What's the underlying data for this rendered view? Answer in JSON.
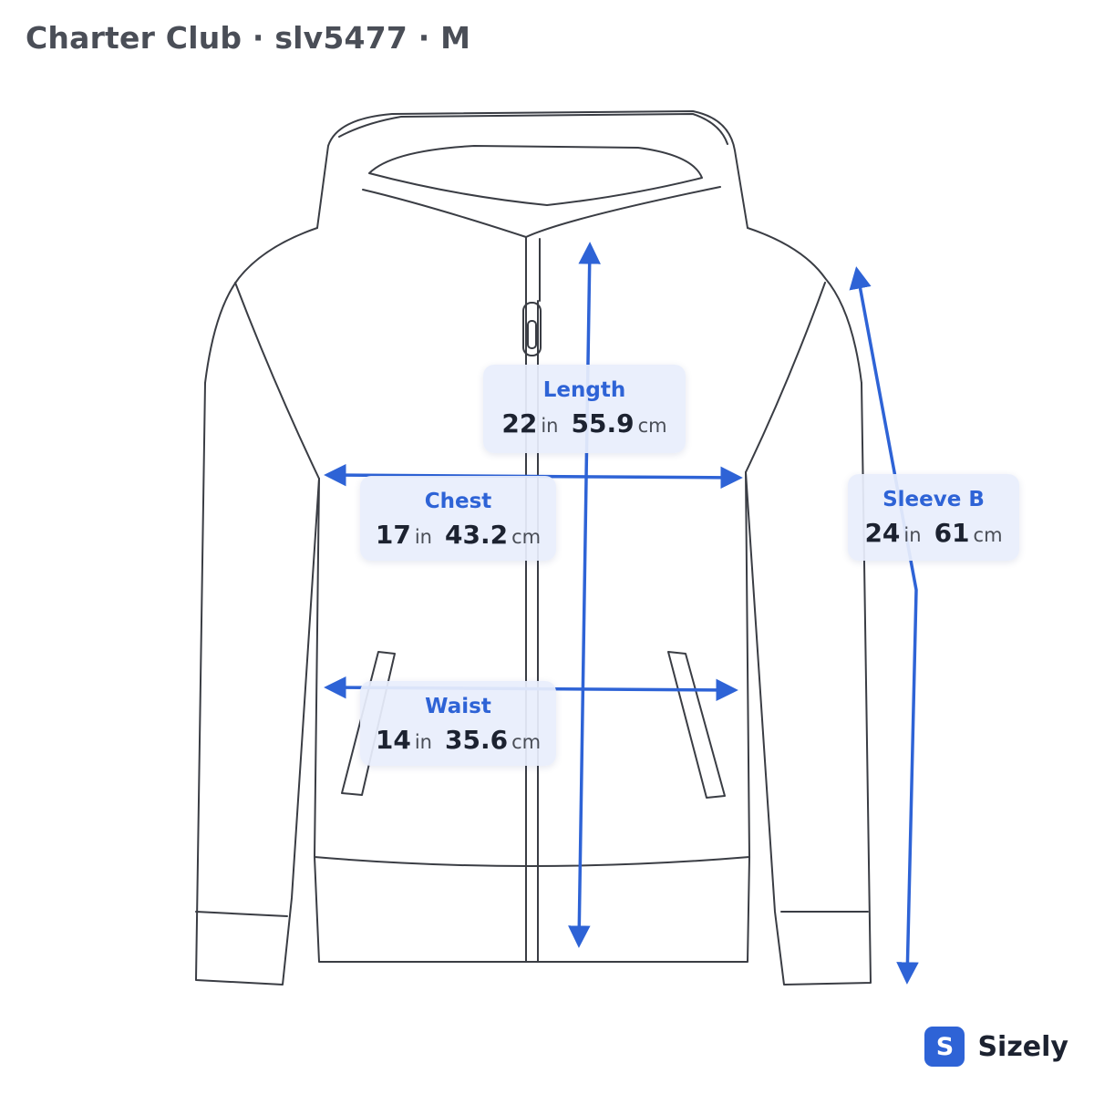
{
  "header": {
    "title": "Charter Club · slv5477 · M"
  },
  "measurements": [
    {
      "name": "Length",
      "inches": "22",
      "in_unit": "in",
      "centimeters": "55.9",
      "cm_unit": "cm"
    },
    {
      "name": "Chest",
      "inches": "17",
      "in_unit": "in",
      "centimeters": "43.2",
      "cm_unit": "cm"
    },
    {
      "name": "Sleeve B",
      "inches": "24",
      "in_unit": "in",
      "centimeters": "61",
      "cm_unit": "cm"
    },
    {
      "name": "Waist",
      "inches": "14",
      "in_unit": "in",
      "centimeters": "35.6",
      "cm_unit": "cm"
    }
  ],
  "brand": {
    "badge": "S",
    "name": "Sizely"
  },
  "colors": {
    "accent": "#2e63d6",
    "outline": "#3a3d44",
    "card": "#e8eefc"
  }
}
